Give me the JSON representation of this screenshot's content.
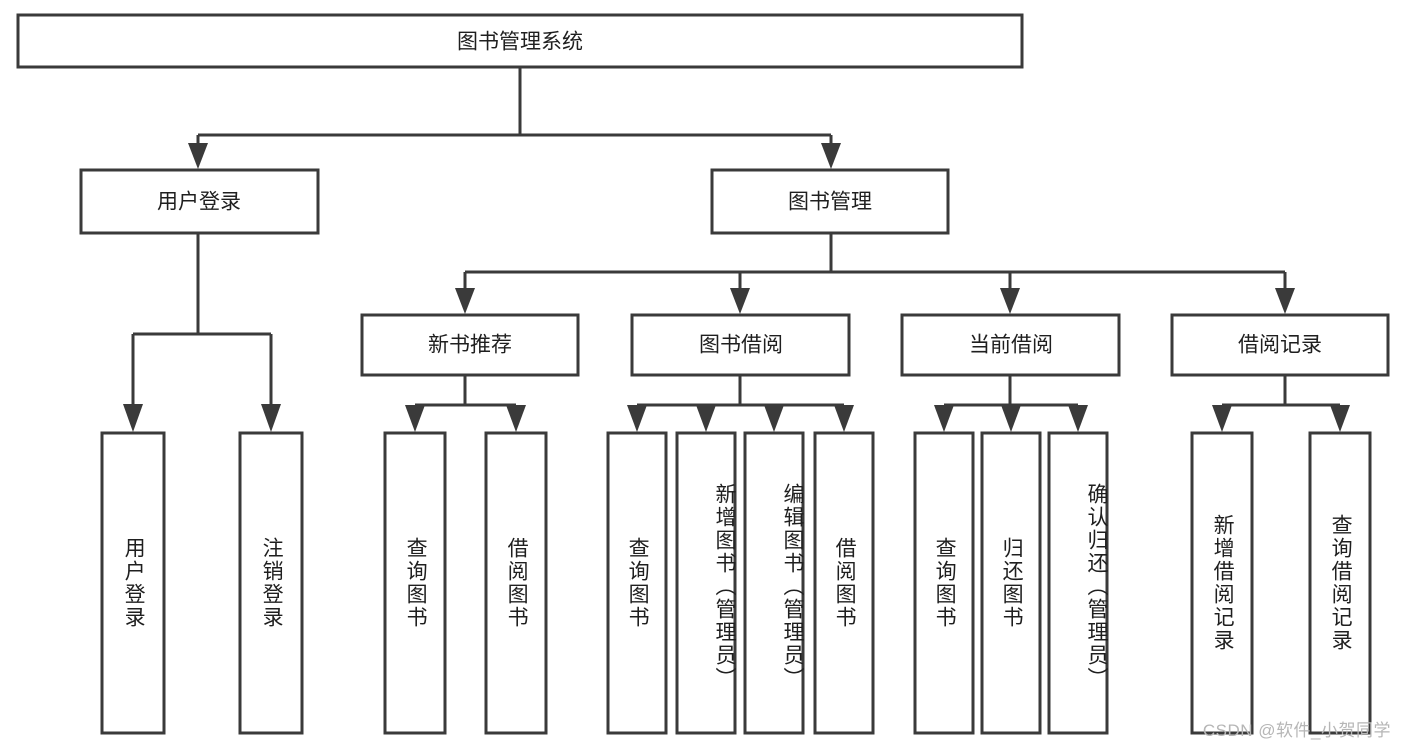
{
  "diagram": {
    "title": "图书管理系统",
    "type": "tree",
    "root": {
      "id": "root",
      "label": "图书管理系统",
      "orientation": "horizontal"
    },
    "level2": [
      {
        "id": "user-login",
        "label": "用户登录",
        "orientation": "horizontal"
      },
      {
        "id": "book-management",
        "label": "图书管理",
        "orientation": "horizontal"
      }
    ],
    "level3": [
      {
        "id": "new-book-recommend",
        "label": "新书推荐",
        "orientation": "horizontal",
        "parent": "book-management"
      },
      {
        "id": "book-borrow",
        "label": "图书借阅",
        "orientation": "horizontal",
        "parent": "book-management"
      },
      {
        "id": "current-borrow",
        "label": "当前借阅",
        "orientation": "horizontal",
        "parent": "book-management"
      },
      {
        "id": "borrow-record",
        "label": "借阅记录",
        "orientation": "horizontal",
        "parent": "book-management"
      }
    ],
    "leaves": [
      {
        "id": "leaf-user-login",
        "label": "用户登录",
        "orientation": "vertical",
        "parent": "user-login"
      },
      {
        "id": "leaf-logout-login",
        "label": "注销登录",
        "orientation": "vertical",
        "parent": "user-login"
      },
      {
        "id": "leaf-query-book-1",
        "label": "查询图书",
        "orientation": "vertical",
        "parent": "new-book-recommend"
      },
      {
        "id": "leaf-borrow-book-1",
        "label": "借阅图书",
        "orientation": "vertical",
        "parent": "new-book-recommend"
      },
      {
        "id": "leaf-query-book-2",
        "label": "查询图书",
        "orientation": "vertical",
        "parent": "book-borrow"
      },
      {
        "id": "leaf-add-book",
        "label": "新增图书（管理员）",
        "orientation": "vertical",
        "parent": "book-borrow"
      },
      {
        "id": "leaf-edit-book",
        "label": "编辑图书（管理员）",
        "orientation": "vertical",
        "parent": "book-borrow"
      },
      {
        "id": "leaf-borrow-book-2",
        "label": "借阅图书",
        "orientation": "vertical",
        "parent": "book-borrow"
      },
      {
        "id": "leaf-query-book-3",
        "label": "查询图书",
        "orientation": "vertical",
        "parent": "current-borrow"
      },
      {
        "id": "leaf-return-book",
        "label": "归还图书",
        "orientation": "vertical",
        "parent": "current-borrow"
      },
      {
        "id": "leaf-confirm-return",
        "label": "确认归还（管理员）",
        "orientation": "vertical",
        "parent": "current-borrow"
      },
      {
        "id": "leaf-add-record",
        "label": "新增借阅记录",
        "orientation": "vertical",
        "parent": "borrow-record"
      },
      {
        "id": "leaf-query-record",
        "label": "查询借阅记录",
        "orientation": "vertical",
        "parent": "borrow-record"
      }
    ]
  },
  "watermark": {
    "text": "CSDN @软件_小贺同学"
  },
  "colors": {
    "stroke": "#3a3a3a",
    "fill": "#ffffff",
    "text": "#1f1f1f",
    "watermark": "#b6b6b6",
    "background": "#ffffff"
  }
}
